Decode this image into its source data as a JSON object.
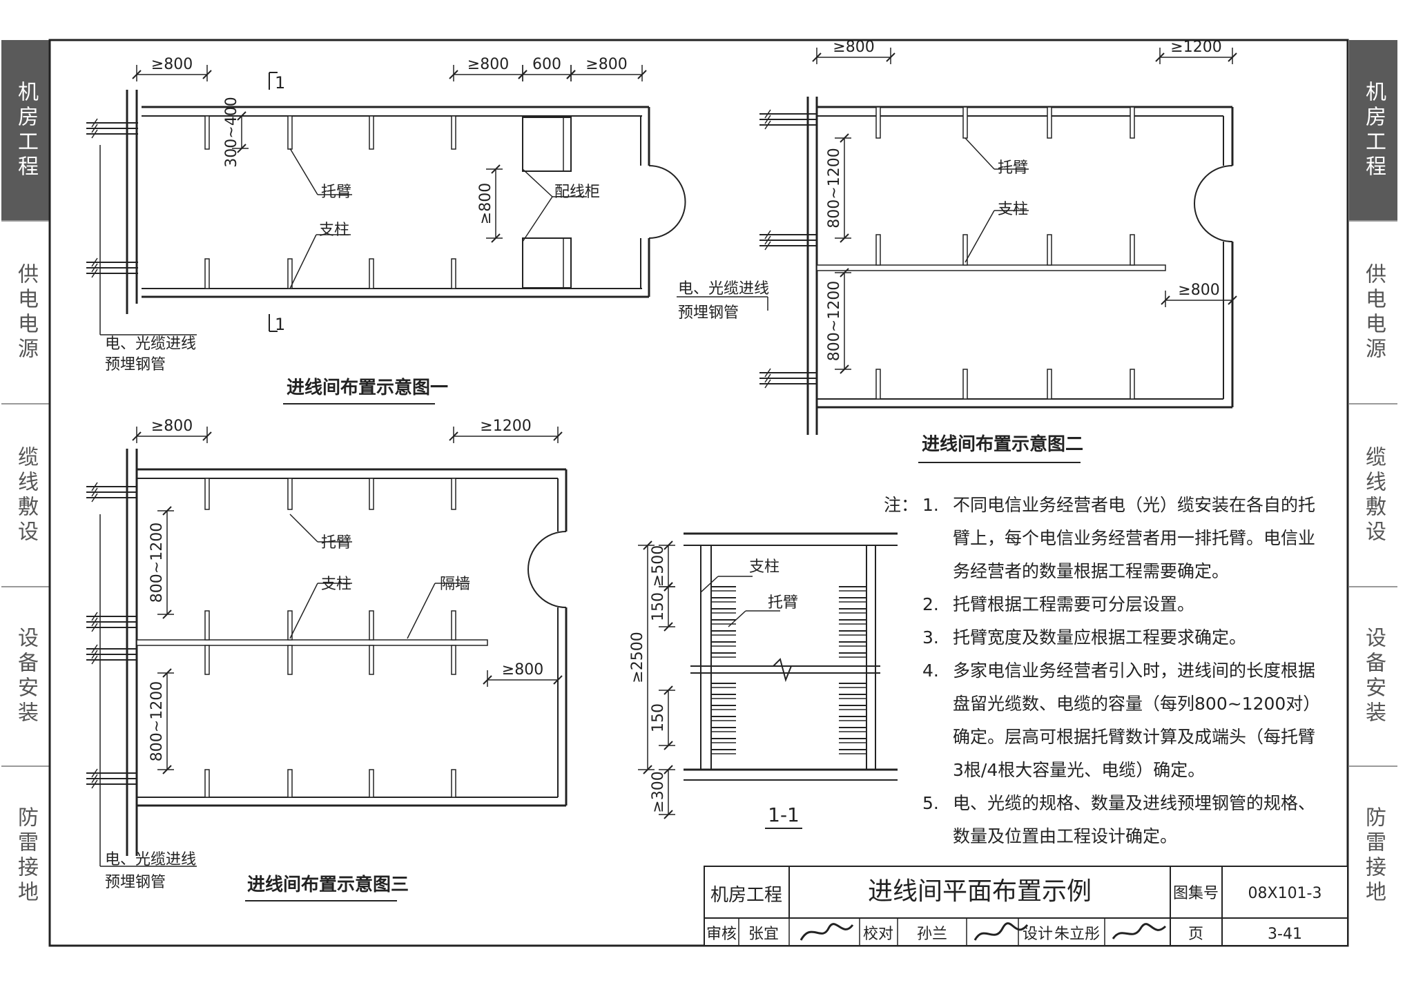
{
  "side_tabs": {
    "left": [
      "机房工程",
      "供电电源",
      "缆线敷设",
      "设备安装",
      "防雷接地"
    ],
    "right": [
      "机房工程",
      "供电电源",
      "缆线敷设",
      "设备安装",
      "防雷接地"
    ],
    "active_index": 0
  },
  "diagram1": {
    "caption": "进线间布置示意图一",
    "dims": {
      "top_left": "≥800",
      "top_mid1": "≥800",
      "top_mid2": "600",
      "top_mid3": "≥800",
      "vertical": "300~400",
      "cabinet_gap": "≥800"
    },
    "section_mark": "1",
    "labels": {
      "bracket": "托臂",
      "post": "支柱",
      "cabinet": "配线柜",
      "cable_entry": "电、光缆进线",
      "steel_pipe": "预埋钢管"
    }
  },
  "diagram2": {
    "caption": "进线间布置示意图二",
    "dims": {
      "top_left": "≥800",
      "top_right": "≥1200",
      "mid_right": "≥800",
      "vert1": "800~1200",
      "vert2": "800~1200"
    },
    "labels": {
      "bracket": "托臂",
      "post": "支柱",
      "cable_entry": "电、光缆进线",
      "steel_pipe": "预埋钢管"
    }
  },
  "diagram3": {
    "caption": "进线间布置示意图三",
    "dims": {
      "top_left": "≥800",
      "top_right": "≥1200",
      "mid_right": "≥800",
      "vert1": "800~1200",
      "vert2": "800~1200"
    },
    "labels": {
      "bracket": "托臂",
      "post": "支柱",
      "partition": "隔墙",
      "cable_entry": "电、光缆进线",
      "steel_pipe": "预埋钢管"
    }
  },
  "section": {
    "caption": "1-1",
    "dims": {
      "top": "≥500",
      "upper_gap": "150",
      "height": "≥2500",
      "lower_gap": "150",
      "bottom": "≥300"
    },
    "labels": {
      "post": "支柱",
      "bracket": "托臂"
    }
  },
  "notes": {
    "prefix": "注：",
    "items": [
      {
        "num": "1.",
        "text": "不同电信业务经营者电（光）缆安装在各自的托臂上，每个电信业务经营者用一排托臂。电信业务经营者的数量根据工程需要确定。"
      },
      {
        "num": "2.",
        "text": "托臂根据工程需要可分层设置。"
      },
      {
        "num": "3.",
        "text": "托臂宽度及数量应根据工程要求确定。"
      },
      {
        "num": "4.",
        "text": "多家电信业务经营者引入时，进线间的长度根据盘留光缆数、电缆的容量（每列800~1200对）确定。层高可根据托臂数计算及成端头（每托臂3根/4根大容量光、电缆）确定。"
      },
      {
        "num": "5.",
        "text": "电、光缆的规格、数量及进线预埋钢管的规格、数量及位置由工程设计确定。"
      }
    ]
  },
  "title_block": {
    "category": "机房工程",
    "title": "进线间平面布置示例",
    "atlas_label": "图集号",
    "atlas_no": "08X101-3",
    "review_label": "审核",
    "review_name": "张宜",
    "check_label": "校对",
    "check_name": "孙兰",
    "design_label": "设计",
    "design_name": "朱立彤",
    "page_label": "页",
    "page_no": "3-41"
  }
}
